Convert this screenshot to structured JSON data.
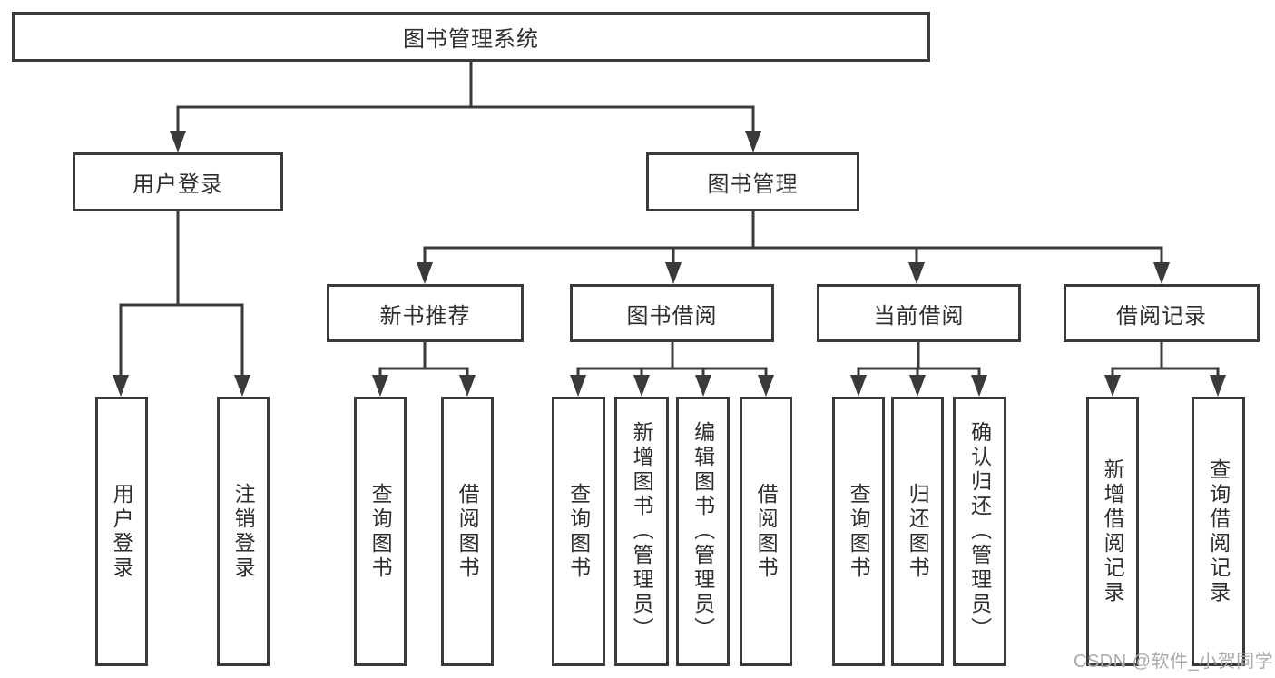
{
  "tree": {
    "root": "图书管理系统",
    "user_login": {
      "label": "用户登录",
      "children": [
        {
          "label": "用户登录"
        },
        {
          "label": "注销登录"
        }
      ]
    },
    "book_management": {
      "label": "图书管理",
      "groups": [
        {
          "label": "新书推荐",
          "children": [
            {
              "label": "查询图书"
            },
            {
              "label": "借阅图书"
            }
          ]
        },
        {
          "label": "图书借阅",
          "children": [
            {
              "label": "查询图书"
            },
            {
              "label": "新增图书（管理员）"
            },
            {
              "label": "编辑图书（管理员）"
            },
            {
              "label": "借阅图书"
            }
          ]
        },
        {
          "label": "当前借阅",
          "children": [
            {
              "label": "查询图书"
            },
            {
              "label": "归还图书"
            },
            {
              "label": "确认归还（管理员）"
            }
          ]
        },
        {
          "label": "借阅记录",
          "children": [
            {
              "label": "新增借阅记录"
            },
            {
              "label": "查询借阅记录"
            }
          ]
        }
      ]
    }
  },
  "watermark": "CSDN @软件_小贺同学",
  "colors": {
    "line": "#3a3a3a",
    "text": "#2e2e2e",
    "background": "#ffffff",
    "watermark": "#ababab"
  }
}
